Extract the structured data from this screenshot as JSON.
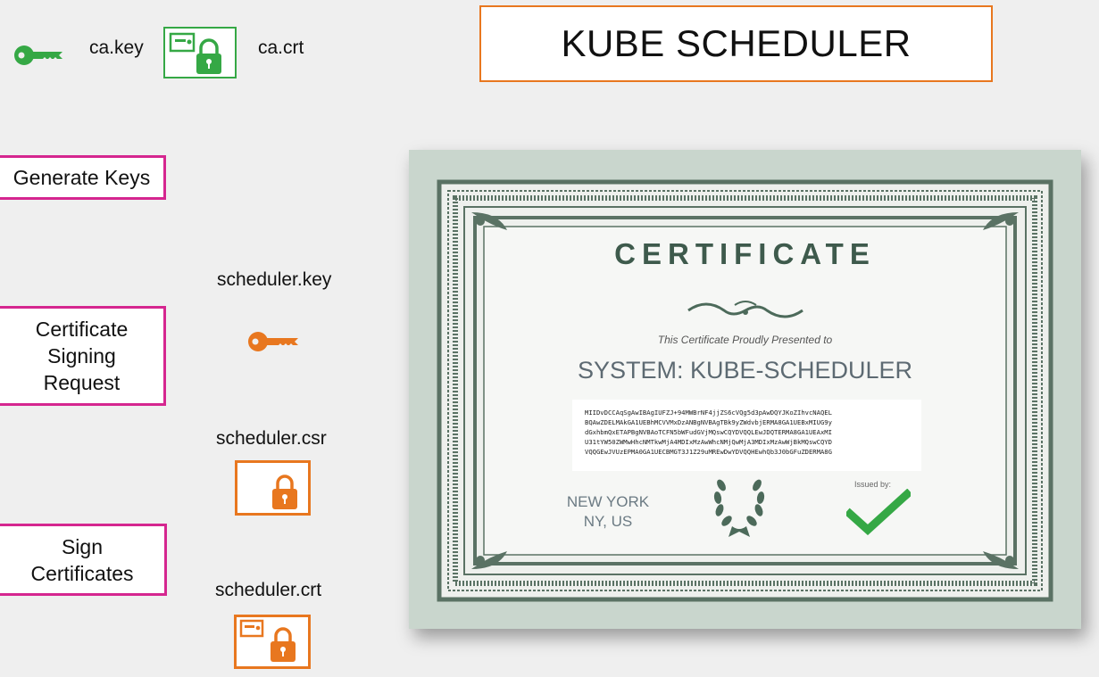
{
  "top": {
    "ca_key_label": "ca.key",
    "ca_crt_label": "ca.crt",
    "ca_key_icon": "key-icon",
    "ca_crt_icon": "certificate-lock-icon",
    "ca_color": "#35a845"
  },
  "title": "KUBE SCHEDULER",
  "steps": [
    {
      "label": "Generate Keys"
    },
    {
      "label": "Certificate\nSigning\nRequest"
    },
    {
      "label": "Sign\nCertificates"
    }
  ],
  "files": {
    "key_label": "scheduler.key",
    "csr_label": "scheduler.csr",
    "crt_label": "scheduler.crt",
    "accent": "#e8771f"
  },
  "certificate": {
    "heading": "CERTIFICATE",
    "presented": "This Certificate Proudly Presented to",
    "subject": "SYSTEM: KUBE-SCHEDULER",
    "code": "MIIDvDCCAqSgAwIBAgIUFZJ+94MWBrNF4jjZS6cVQg5d3pAwDQYJKoZIhvcNAQEL\nBQAwZDELMAkGA1UEBhMCVVMxDzANBgNVBAgTBk9yZWdvbjERMA8GA1UEBxMIUG9y\ndGxhbmQxETAPBgNVBAoTCFN5bWFudGVjMQswCQYDVQQLEwJDQTERMA8GA1UEAxMI\nU31tYW50ZWMwHhcNMTkwMjA4MDIxMzAwWhcNMjQwMjA3MDIxMzAwWjBkMQswCQYD\nVQQGEwJVUzEPMA0GA1UECBMGT3J1Z29uMREwDwYDVQQHEwhQb3J0bGFuZDERMA8G",
    "city": "NEW YORK",
    "region": "NY, US",
    "issued_by": "Issued by:"
  }
}
